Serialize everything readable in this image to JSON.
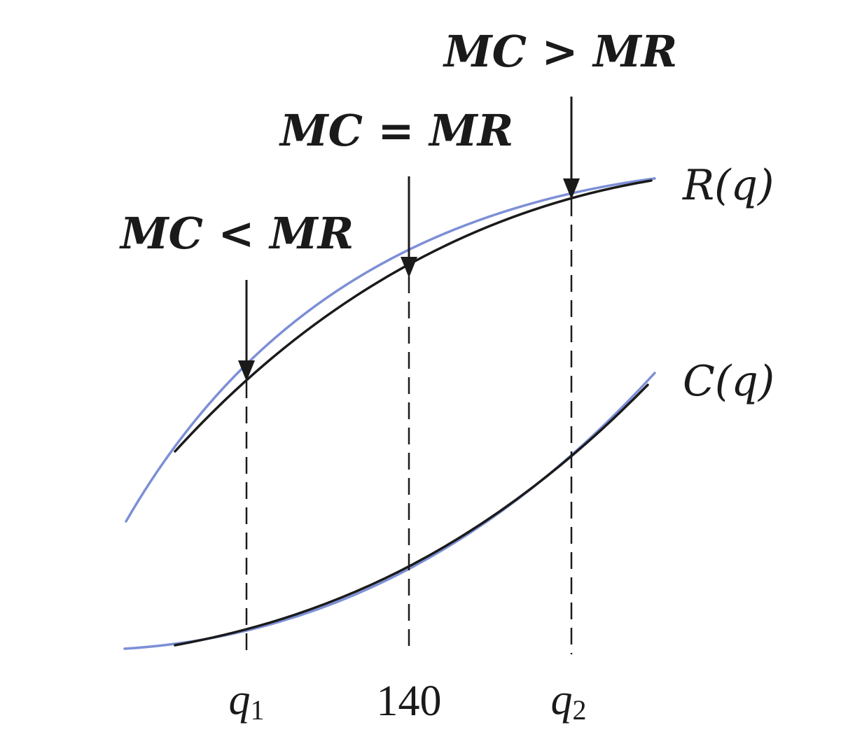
{
  "annotations": {
    "left": "MC < MR",
    "middle": "MC = MR",
    "right": "MC > MR"
  },
  "curves": {
    "revenue_label": "R(q)",
    "cost_label": "C(q)",
    "stroke_color": "#1a1a1a",
    "tint_color": "#7d8fd6"
  },
  "ticks": {
    "q1": {
      "var": "q",
      "sub": "1"
    },
    "middle": "140",
    "q2": {
      "var": "q",
      "sub": "2"
    }
  }
}
